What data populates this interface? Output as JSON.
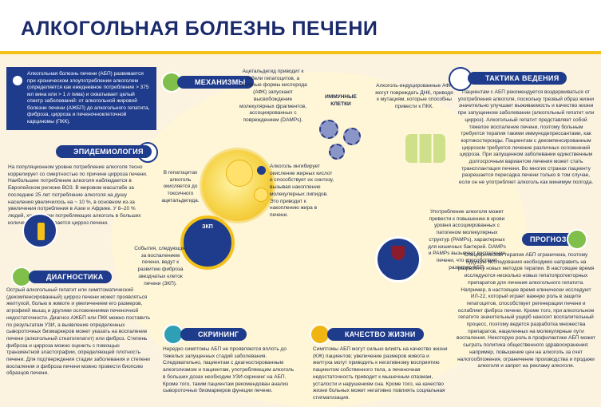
{
  "title": "АЛКОГОЛЬНАЯ БОЛЕЗНЬ ПЕЧЕНИ",
  "intro": "Алкогольная болезнь печени (АБП) развивается при хроническом злоупотреблении алкоголем (определяется как ежедневное потребление > 375 мл вина или > 1 л пива) и охватывает целый спектр заболеваний: от алкогольной жировой болезни печени (АЖБП) до алкогольного гепатита, фиброза, цирроза и печеночноклеточной карциномы (ПКК).",
  "sections": {
    "mechanisms": "МЕХАНИЗМЫ",
    "epidemiology": "ЭПИДЕМИОЛОГИЯ",
    "diagnostics": "ДИАГНОСТИКА",
    "screening": "СКРИНИНГ",
    "quality": "КАЧЕСТВО ЖИЗНИ",
    "management": "ТАКТИКА ВЕДЕНИЯ",
    "prognosis": "ПРОГНОЗ"
  },
  "epidemiology_text": "На популяционном уровне потребление алкоголя тесно коррелирует со смертностью по причине цирроза печени. Наибольшее потребление алкоголя наблюдается в Европейском регионе ВОЗ. В мировом масштабе за последние 25 лет потребление алкоголя на душу населения увеличилось на ~ 10 %, в основном из-за увеличения потребления в Азии и Африке. У 8–20 % людей, хронически потребляющих алкоголь в больших количествах, развивается цирроз печени.",
  "diagnostics_text": "Острый алкогольный гепатит или симптоматический (декомпенсированный) цирроз печени может проявляться желтухой, болью в животе и увеличением его размеров, атрофией мышц и другими осложнениями печеночной недостаточности. Диагноз АЖБП или ПКК можно поставить по результатам УЗИ, а выявление определенных сывороточных биомаркеров может указать на воспаление печени (алкогольный стеатогепатит) или фиброз. Степень фиброза и цирроза можно оценить с помощью транзиентной эластографии, определяющей плотность печени. Для подтверждения стадии заболевания и степени воспаления и фиброза печени можно провести биопсию образцов печени.",
  "mechanism_acetaldehyde": "Ацетальдегид приводит к гибели гепатоцитов, а активные формы кислорода (АФК) запускают высвобождение молекулярных фрагментов, ассоциированных с повреждением (DAMPs).",
  "immune_cells": "ИММУННЫЕ КЛЕТКИ",
  "mechanism_hepatocytes": "В гепатоцитах алкоголь окисляется до токсичного ацетальдегида.",
  "mechanism_inhibit": "Алкоголь ингибирует окисление жирных кислот и способствует их синтезу, вызывая накопление молекулярных липидов. Это приводит к накоплению жира в печени.",
  "mechanism_afk": "Алкоголь-индуцированные АФК могут повреждать ДНК, приводя к мутациям, которые способны привести к ПКК.",
  "hsc_label": "ЗКП",
  "mechanism_events": "События, следующие за воспалением печени, ведут к развитию фиброза звездчатых клеток печени (ЗКП).",
  "mechanism_bacteria": "Употребление алкоголя может привести к повышению в крови уровня ассоциированных с патогеном молекулярных структур (PAMPs), характерных для кишечных бактерий. DAMPs и PAMPs вызывают воспаление печени, что способствует развитию АБП.",
  "management_text": "Пациентам с АБП рекомендуется воздерживаться от употребления алкоголя, поскольку трезвый образ жизни значительно улучшает выживаемость и качество жизни при запущенном заболевании (алкогольный гепатит или цирроз). Алкогольный гепатит представляет собой тяжелое воспаление печени, поэтому больным требуется терапия такими иммунодепрессантами, как кортикостероиды. Пациентам с декомпенсированным циррозом требуется лечение различных осложнений цирроза. При запущенном заболевании единственным долгосрочным вариантом лечения может стать трансплантация печени. Во многих странах пациенту разрешается пересадка печени только в том случае, если он не употребляет алкоголь как минимум полгода.",
  "prognosis_text": "Специфическая терапия АБП ограничена, поэтому будущие исследования необходимо направить на разработку новых методов терапии. В настоящее время исследуются несколько новых гепатопротекторных препаратов для лечения алкогольного гепатита. Например, в настоящее время клинически исследуют ИЛ-22, который играет важную роль в защите гепатоцитов, способствует регенерации печени и ослабляет фиброз печени. Кроме того, при алкогольном гепатите значительный ущерб наносит воспалительный процесс, поэтому ведется разработка множества препаратов, нацеленных на молекулярные пути воспаления. Некоторую роль в профилактике АБП может сыграть политика общественного здравоохранения: например, повышение цен на алкоголь за счет налогообложения, ограничение производства и продажи алкоголя и запрет на рекламу алкоголя.",
  "screening_text": "Нередко симптомы АБП не проявляются вплоть до тяжелых запущенных стадий заболевания. Следовательно, пациентам с диагностированным алкоголизмом и пациентам, употребляющим алкоголь в больших дозах необходим УЗИ-скрининг на АБП. Кроме того, таким пациентам рекомендован анализ сывороточных биомаркеров функции печени.",
  "quality_text": "Симптомы АБП могут сильно влиять на качество жизни (КЖ) пациентов; увеличение размеров живота и желтуха могут приводить к негативному восприятию пациентом собственного тела, а печеночная недостаточность приводит к мышечным спазмам, усталости и нарушениям сна. Кроме того, на качество жизни больных может негативно повлиять социальная стигматизация.",
  "colors": {
    "navy": "#1b2a6b",
    "panel": "#1e3b8c",
    "accent_yellow": "#f3c11a",
    "green": "#7fbf4a",
    "teal": "#2f9fb5"
  }
}
